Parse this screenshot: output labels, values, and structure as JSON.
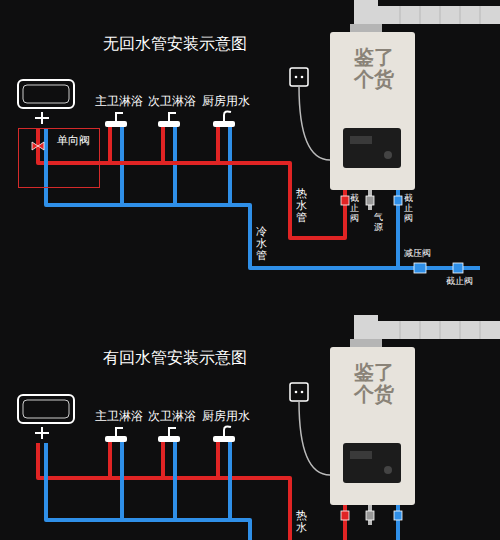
{
  "diagram": {
    "title": "无回水管安装示意图",
    "nodes": [
      {
        "text": [
          "单向阀"
        ]
      },
      {
        "text": [
          "鉴了个货"
        ]
      },
      {
        "text": [
          "鉴了个货"
        ]
      }
    ],
    "edges": [
      {
        "from": 1,
        "to": 0,
        "arrow": "none"
      }
    ],
    "labels": [
      "主卫淋浴",
      "次卫淋浴",
      "厨房用水",
      "热水管",
      "冷水管",
      "截止阀",
      "气源",
      "截止阀",
      "减压阀",
      "截止阀",
      "有回水管安装示意图",
      "主卫淋浴",
      "次卫淋浴",
      "厨房用水",
      "热水"
    ]
  }
}
